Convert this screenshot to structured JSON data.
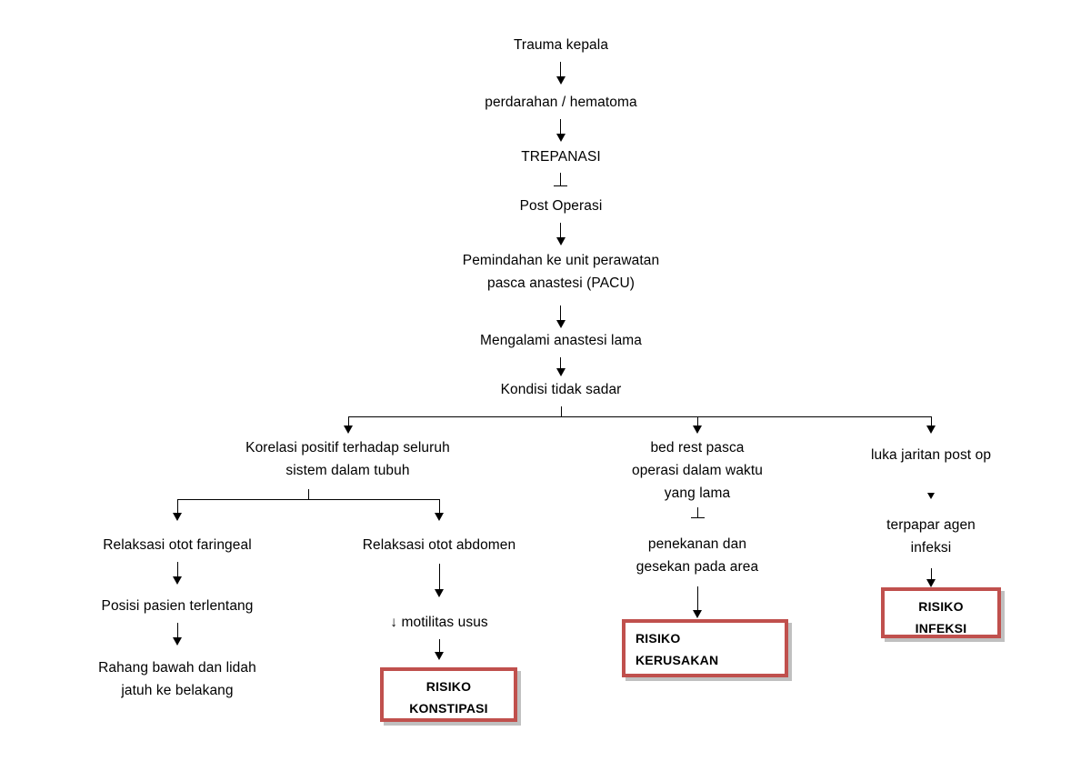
{
  "diagram": {
    "title": "Patofisiologi trauma kepala - pathway",
    "accent_red": "#c0504d",
    "text_color": "#000000",
    "background": "#ffffff"
  },
  "spine": {
    "n1": "Trauma kepala",
    "n2": "perdarahan / hematoma",
    "n3": "TREPANASI",
    "n4": "Post Operasi",
    "n5": "Pemindahan ke unit perawatan\npasca anastesi (PACU)",
    "n6": "Mengalami anastesi lama",
    "n7": "Kondisi tidak sadar"
  },
  "branch_left": {
    "head": "Korelasi positif terhadap seluruh\nsistem dalam tubuh",
    "sub_a": {
      "n1": "Relaksasi otot faringeal",
      "n2": "Posisi pasien terlentang",
      "n3": "Rahang bawah dan lidah\njatuh ke belakang"
    },
    "sub_b": {
      "n1": "Relaksasi otot abdomen",
      "n2": "↓ motilitas usus",
      "risk": "RISIKO\nKONSTIPASI"
    }
  },
  "branch_middle": {
    "n1": "bed rest pasca\noperasi dalam waktu\nyang lama",
    "n2": "penekanan dan\ngesekan pada area",
    "risk": "RISIKO\nKERUSAKAN"
  },
  "branch_right": {
    "n1": "luka jaritan post op",
    "n2": "terpapar agen\ninfeksi",
    "risk": "RISIKO\nINFEKSI"
  }
}
